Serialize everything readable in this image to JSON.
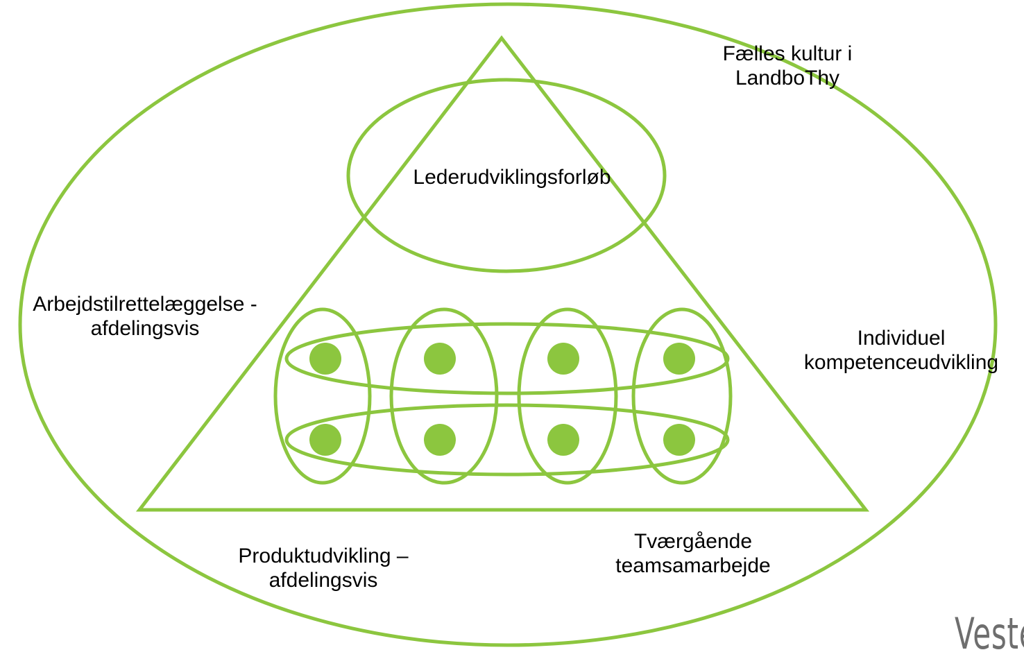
{
  "diagram": {
    "labels": {
      "faelles_kultur": [
        "Fælles kultur i",
        "LandboThy"
      ],
      "lederudvikling": "Lederudviklingsforløb",
      "arbejdstilrettelaeggelse": [
        "Arbejdstilrettelæggelse -",
        "afdelingsvis"
      ],
      "individuel": [
        "Individuel",
        "kompetenceudvikling"
      ],
      "produktudvikling": [
        "Produktudvikling –",
        "afdelingsvis"
      ],
      "tvaergaaende": [
        "Tværgående",
        "teamsamarbejde"
      ]
    },
    "logo_text": "Vesterg",
    "colors": {
      "stroke": "#8cc63f",
      "dot": "#8cc63f",
      "text": "#000000",
      "logo": "#6e6e6e"
    }
  }
}
